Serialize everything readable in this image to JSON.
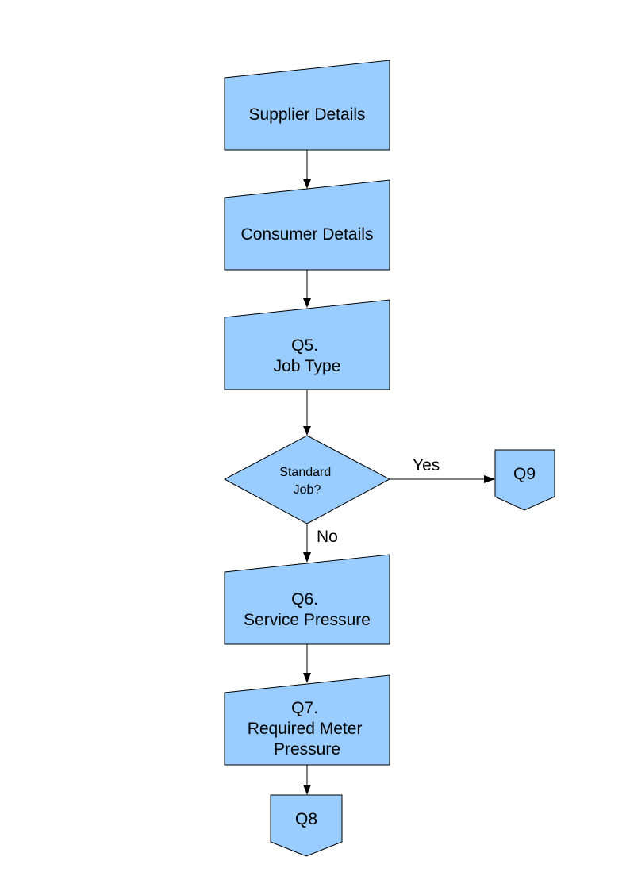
{
  "diagram": {
    "type": "flowchart",
    "colors": {
      "node_fill": "#99ccff",
      "stroke": "#000000",
      "text": "#000000"
    },
    "nodes": {
      "supplier_details": {
        "kind": "manual-input",
        "lines": [
          "Supplier Details"
        ]
      },
      "consumer_details": {
        "kind": "manual-input",
        "lines": [
          "Consumer Details"
        ]
      },
      "q5_job_type": {
        "kind": "manual-input",
        "lines": [
          "Q5.",
          "Job Type"
        ]
      },
      "standard_job": {
        "kind": "decision",
        "lines": [
          "Standard",
          "Job?"
        ]
      },
      "q9_connector": {
        "kind": "off-page-connector",
        "lines": [
          "Q9"
        ]
      },
      "q6_service_pressure": {
        "kind": "manual-input",
        "lines": [
          "Q6.",
          "Service Pressure"
        ]
      },
      "q7_required_meter_pressure": {
        "kind": "manual-input",
        "lines": [
          "Q7.",
          "Required Meter",
          "Pressure"
        ]
      },
      "q8_connector": {
        "kind": "off-page-connector",
        "lines": [
          "Q8"
        ]
      }
    },
    "edges": {
      "e1": {
        "from": "supplier_details",
        "to": "consumer_details",
        "label": ""
      },
      "e2": {
        "from": "consumer_details",
        "to": "q5_job_type",
        "label": ""
      },
      "e3": {
        "from": "q5_job_type",
        "to": "standard_job",
        "label": ""
      },
      "e4": {
        "from": "standard_job",
        "to": "q9_connector",
        "label": "Yes"
      },
      "e5": {
        "from": "standard_job",
        "to": "q6_service_pressure",
        "label": "No"
      },
      "e6": {
        "from": "q6_service_pressure",
        "to": "q7_required_meter_pressure",
        "label": ""
      },
      "e7": {
        "from": "q7_required_meter_pressure",
        "to": "q8_connector",
        "label": ""
      }
    }
  }
}
